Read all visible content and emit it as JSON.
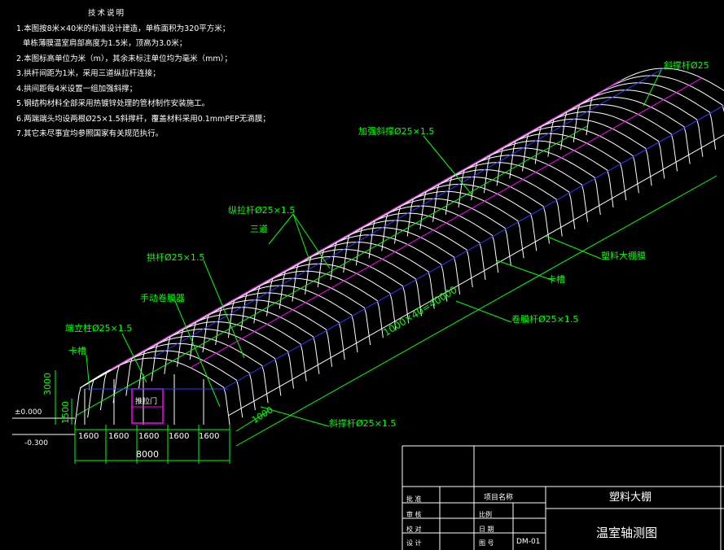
{
  "colors": {
    "background": "#000000",
    "structure": "#ffffff",
    "annotation": "#00ff00",
    "accent_magenta": "#ff00ff",
    "ridge_blue": "#3333ff",
    "title_block": "#ffffff"
  },
  "notes": {
    "title": "技术说明",
    "lines": [
      "1.本图按8米×40米的标准设计建造，单栋面积为320平方米；",
      "  单栋薄膜温室肩部高度为1.5米，顶高为3.0米；",
      "2.本图标高单位为米（m），其余未标注单位均为毫米（mm）；",
      "3.拱杆间距为1米，采用三道纵拉杆连接；",
      "4.拱间距每4米设置一组加强斜撑；",
      "5.钢结构材料全部采用热镀锌处理的管材制作安装施工。",
      "6.两端端头均设两根Ø25×1.5斜撑杆，覆盖材料采用0.1mmPEP无滴膜；",
      "7.其它未尽事宜均参照国家有关规范执行。"
    ]
  },
  "labels": {
    "diag_brace_top": "斜撑杆Ø25",
    "reinforce_brace": "加强斜撑Ø25×1.5",
    "longitudinal_rod": "纵拉杆Ø25×1.5",
    "three_lines": "三道",
    "arch_rod": "拱杆Ø25×1.5",
    "manual_roller": "手动卷膜器",
    "end_post": "端立柱Ø25×1.5",
    "clip_slot_left": "卡槽",
    "clip_slot_right": "卡槽",
    "plastic_shed": "塑料大棚膜",
    "roll_film_rod": "卷膜杆Ø25×1.5",
    "diag_brace_bottom": "斜撑杆Ø25×1.5",
    "door": "推拉门"
  },
  "dimensions": {
    "length": "1000×40=40000",
    "spacing": "1000",
    "top_height": "3000",
    "shoulder_height": "1500",
    "elev_zero": "±0.000",
    "elev_neg": "-0.300",
    "bays": [
      "1600",
      "1600",
      "1600",
      "1600",
      "1600"
    ],
    "total_width": "8000"
  },
  "title_block": {
    "project_name_label": "项目名称",
    "project_name": "塑料大棚",
    "drawing_title": "温室轴测图",
    "row_labels": [
      "批 准",
      "审 核",
      "校 对",
      "设 计"
    ],
    "drawing_no_label": "图 号",
    "drawing_no": "DM-01",
    "date_label": "日 期",
    "scale_label": "比例"
  }
}
